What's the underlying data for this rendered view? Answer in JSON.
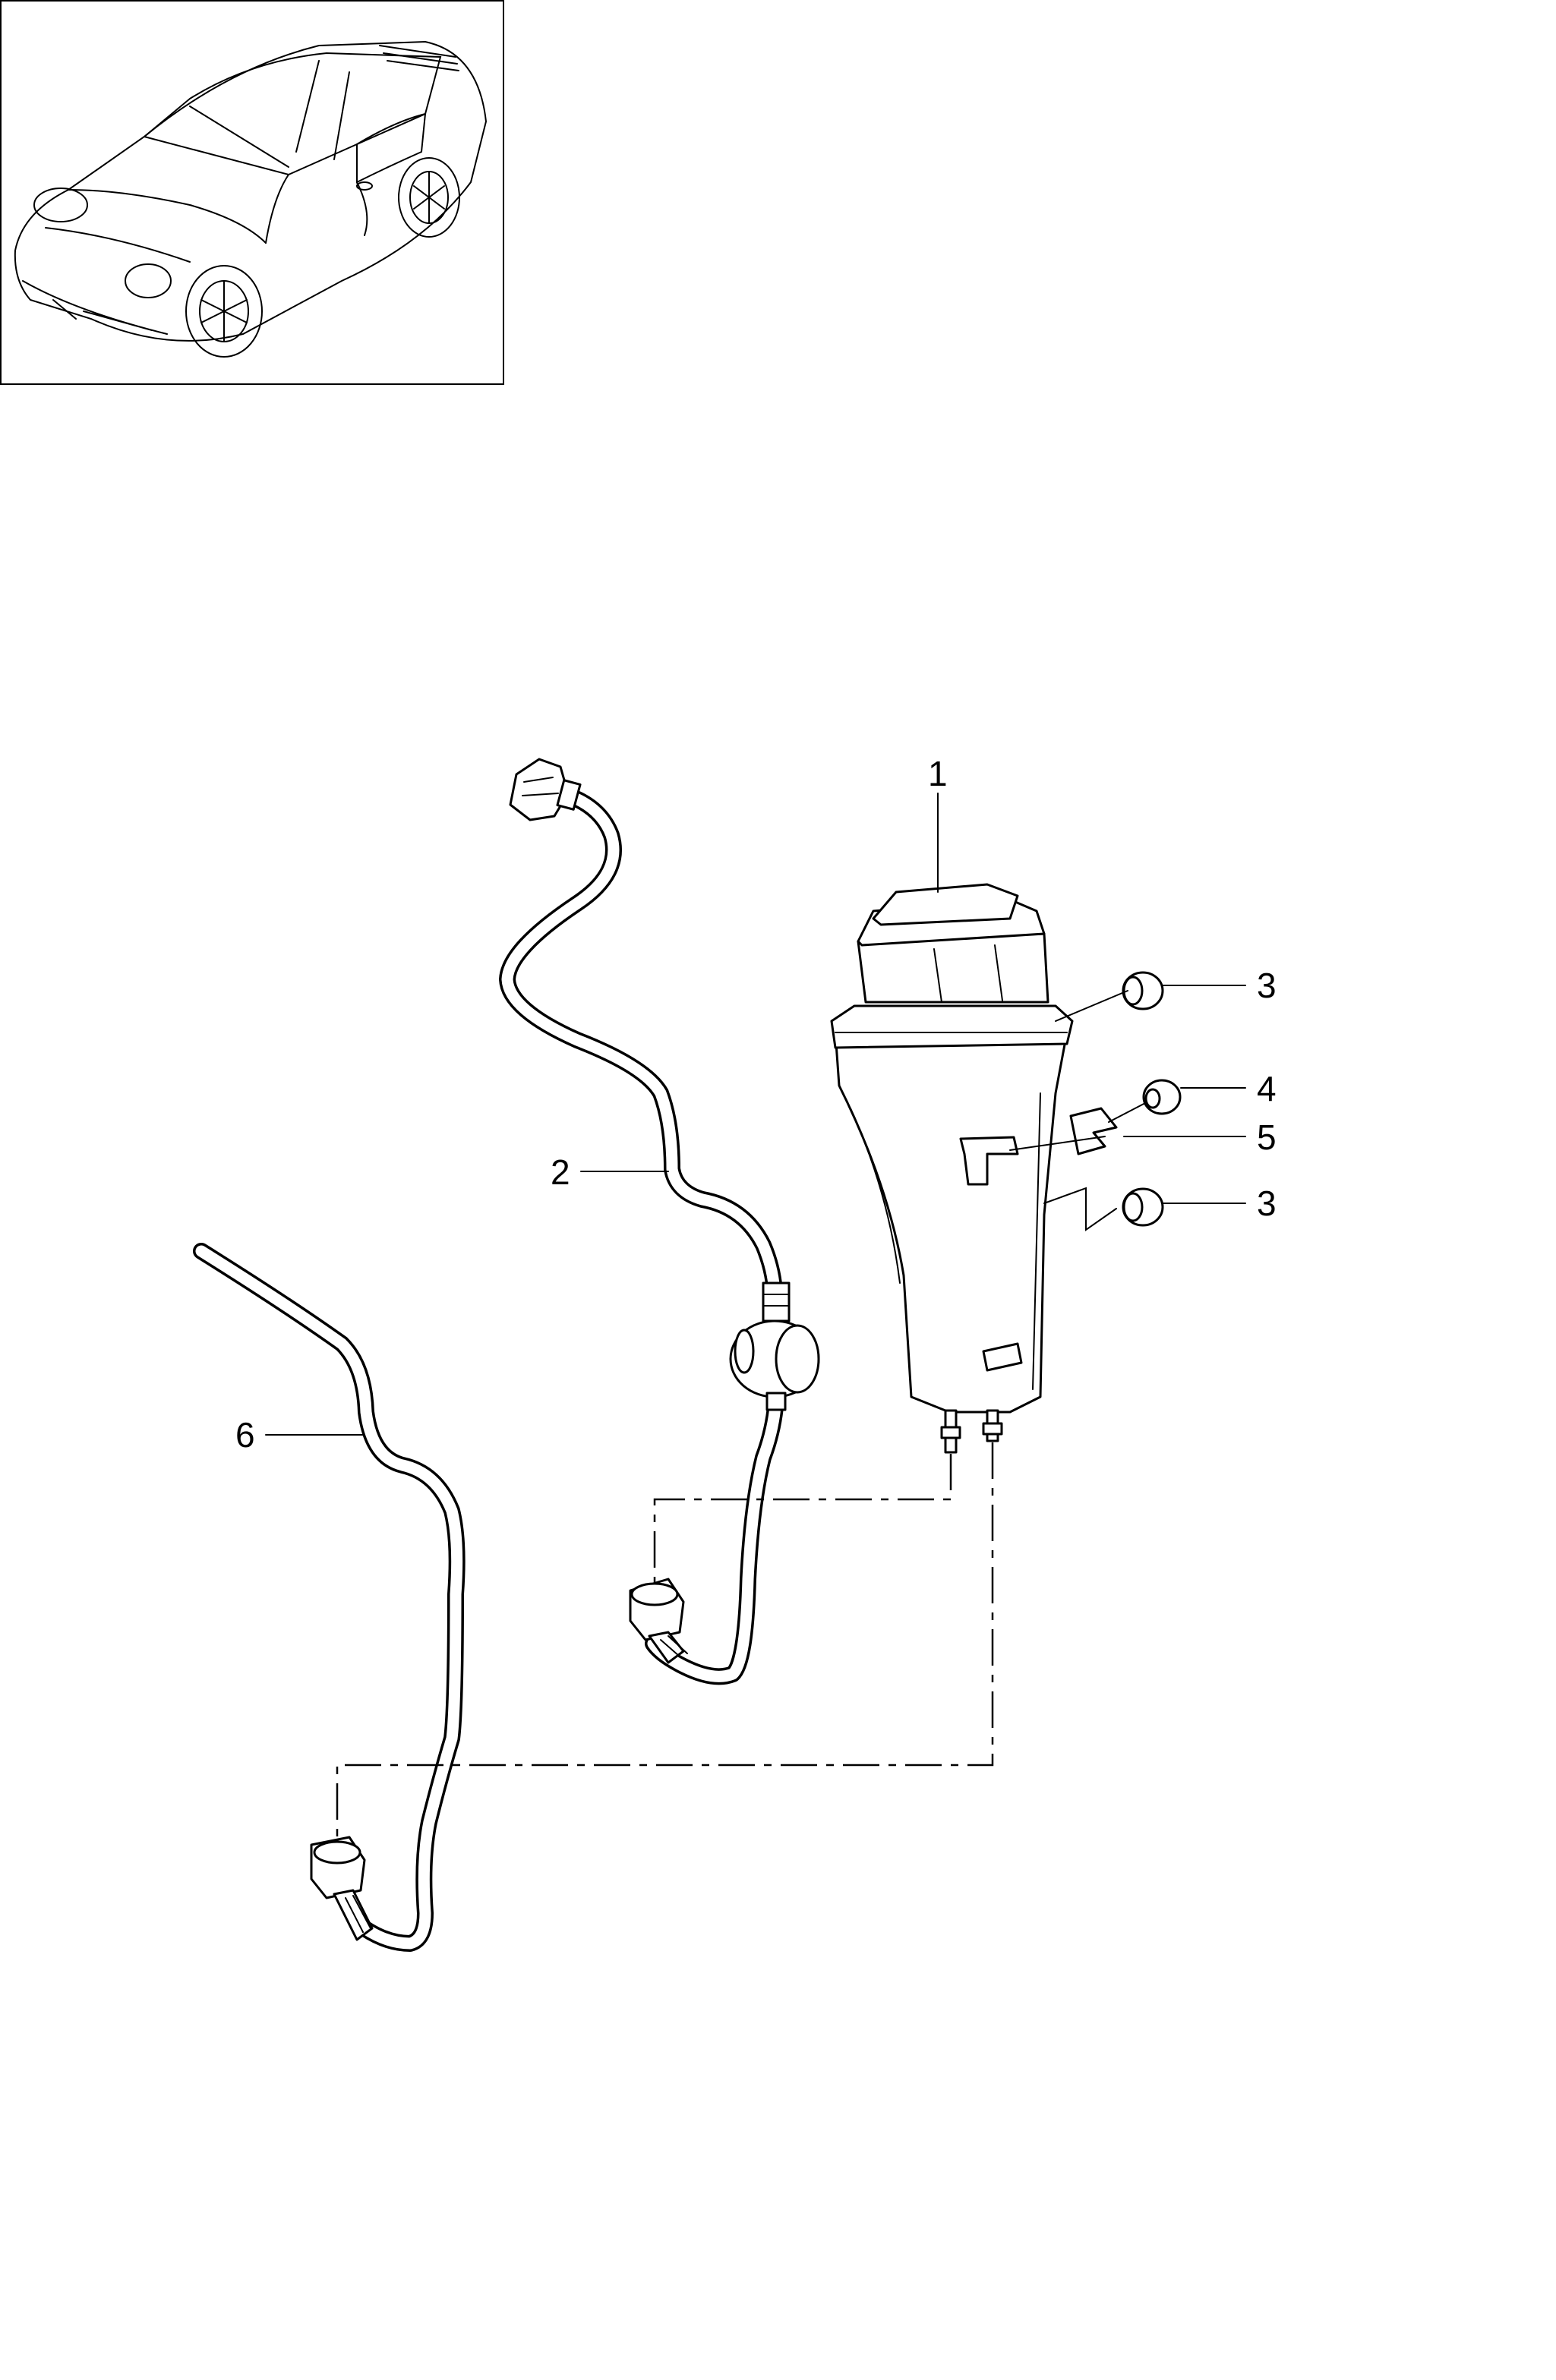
{
  "overview": {
    "vehicle_icon": "car-overview-icon"
  },
  "callouts": [
    {
      "id": "callout-1",
      "number": "1"
    },
    {
      "id": "callout-2",
      "number": "2"
    },
    {
      "id": "callout-3-upper",
      "number": "3"
    },
    {
      "id": "callout-4",
      "number": "4"
    },
    {
      "id": "callout-5",
      "number": "5"
    },
    {
      "id": "callout-3-lower",
      "number": "3"
    },
    {
      "id": "callout-6",
      "number": "6"
    }
  ]
}
